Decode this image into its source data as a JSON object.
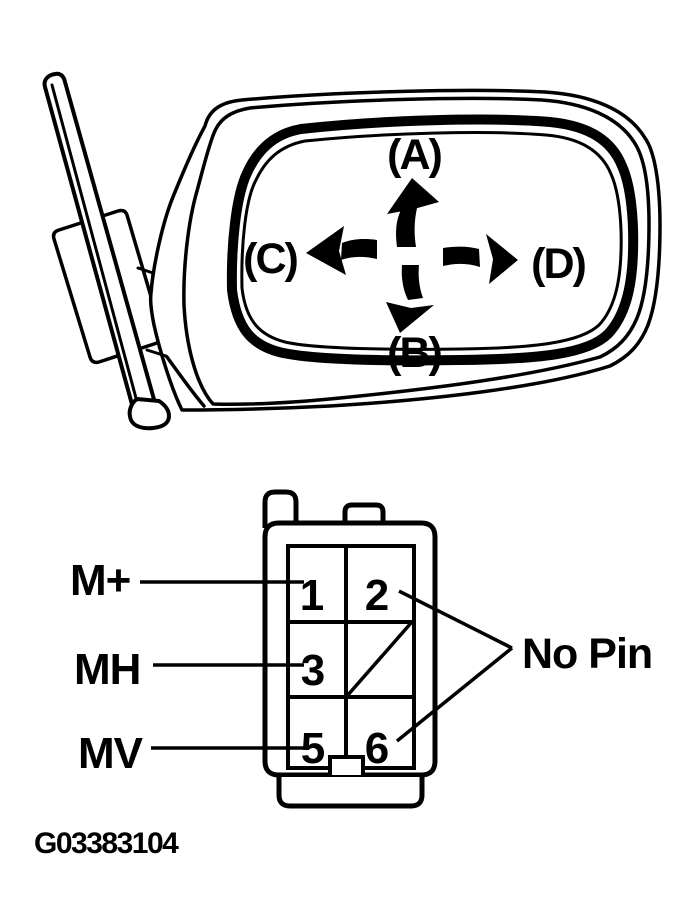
{
  "figure": {
    "caption": "G03383104",
    "background_color": "#ffffff",
    "line_color": "#000000"
  },
  "mirror": {
    "description": "outside-rear-view-mirror-adjustment-directions",
    "labels": [
      {
        "text": "(A)",
        "direction": "up"
      },
      {
        "text": "(B)",
        "direction": "down"
      },
      {
        "text": "(C)",
        "direction": "left"
      },
      {
        "text": "(D)",
        "direction": "right"
      }
    ]
  },
  "connector": {
    "description": "mirror-motor-connector-pinout",
    "terminals": [
      {
        "label": "M+",
        "pin": "1"
      },
      {
        "label": "MH",
        "pin": "3"
      },
      {
        "label": "MV",
        "pin": "5"
      }
    ],
    "pin_numbers": [
      "1",
      "2",
      "3",
      "5",
      "6"
    ],
    "no_pin": {
      "label": "No Pin",
      "applies_to_pins": [
        "2",
        "6"
      ]
    }
  }
}
